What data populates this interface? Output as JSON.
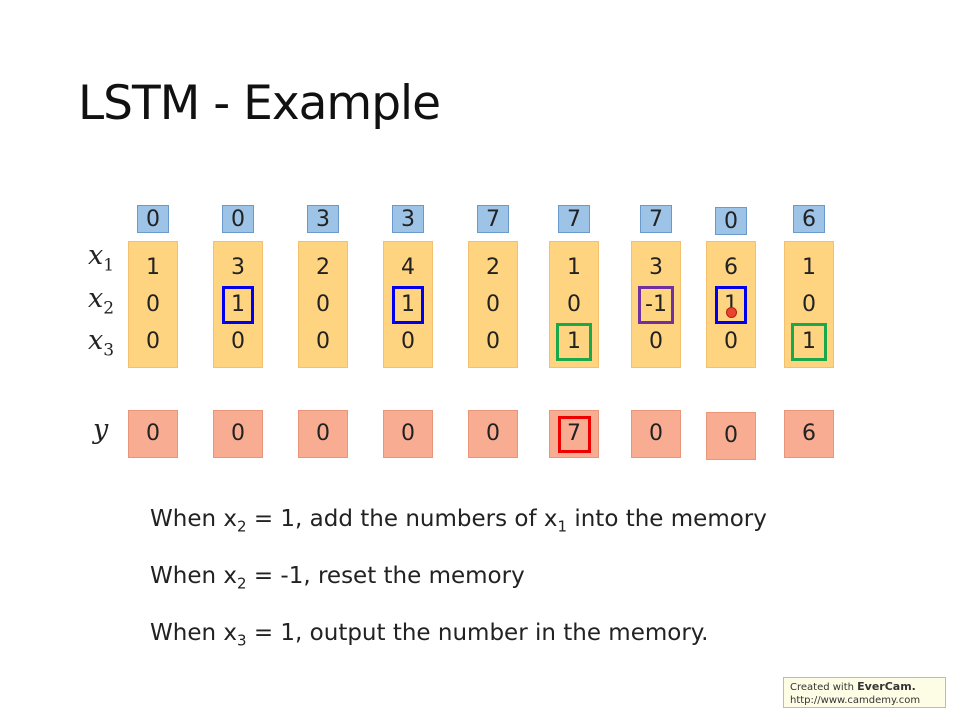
{
  "title": "LSTM - Example",
  "row_labels": {
    "x1": {
      "base": "x",
      "sub": "1"
    },
    "x2": {
      "base": "x",
      "sub": "2"
    },
    "x3": {
      "base": "x",
      "sub": "3"
    },
    "y": {
      "base": "y"
    }
  },
  "columns": [
    {
      "memory": "0",
      "x1": "1",
      "x2": "0",
      "x3": "0",
      "y": "0",
      "highlight": null
    },
    {
      "memory": "0",
      "x1": "3",
      "x2": "1",
      "x3": "0",
      "y": "0",
      "highlight": "x2-blue"
    },
    {
      "memory": "3",
      "x1": "2",
      "x2": "0",
      "x3": "0",
      "y": "0",
      "highlight": null
    },
    {
      "memory": "3",
      "x1": "4",
      "x2": "1",
      "x3": "0",
      "y": "0",
      "highlight": "x2-blue"
    },
    {
      "memory": "7",
      "x1": "2",
      "x2": "0",
      "x3": "0",
      "y": "0",
      "highlight": null
    },
    {
      "memory": "7",
      "x1": "1",
      "x2": "0",
      "x3": "1",
      "y": "7",
      "highlight": "x3-green-y-red"
    },
    {
      "memory": "7",
      "x1": "3",
      "x2": "-1",
      "x3": "0",
      "y": "0",
      "highlight": "x2-purple"
    },
    {
      "memory": "0",
      "x1": "6",
      "x2": "1",
      "x3": "0",
      "y": "0",
      "highlight": "x2-blue"
    },
    {
      "memory": "6",
      "x1": "1",
      "x2": "0",
      "x3": "1",
      "y": "6",
      "highlight": "x3-green"
    }
  ],
  "colors": {
    "memory_fill": "#9dc3e6",
    "input_fill": "#ffd480",
    "output_fill": "#f8ad92",
    "highlight_blue": "#0000ee",
    "highlight_purple": "#7030a0",
    "highlight_green": "#1aa84a",
    "highlight_red": "#ee0000"
  },
  "rules": [
    {
      "pre": "When x",
      "sub1": "2",
      "mid": " = 1, add the numbers of x",
      "sub2": "1",
      "post": " into the memory"
    },
    {
      "pre": "When x",
      "sub1": "2",
      "mid": " = -1, reset the memory",
      "sub2": "",
      "post": ""
    },
    {
      "pre": "When x",
      "sub1": "3",
      "mid": " = 1, output the number in the memory.",
      "sub2": "",
      "post": ""
    }
  ],
  "watermark": {
    "prefix": "Created with ",
    "brand": "EverCam.",
    "url": "http://www.camdemy.com"
  }
}
